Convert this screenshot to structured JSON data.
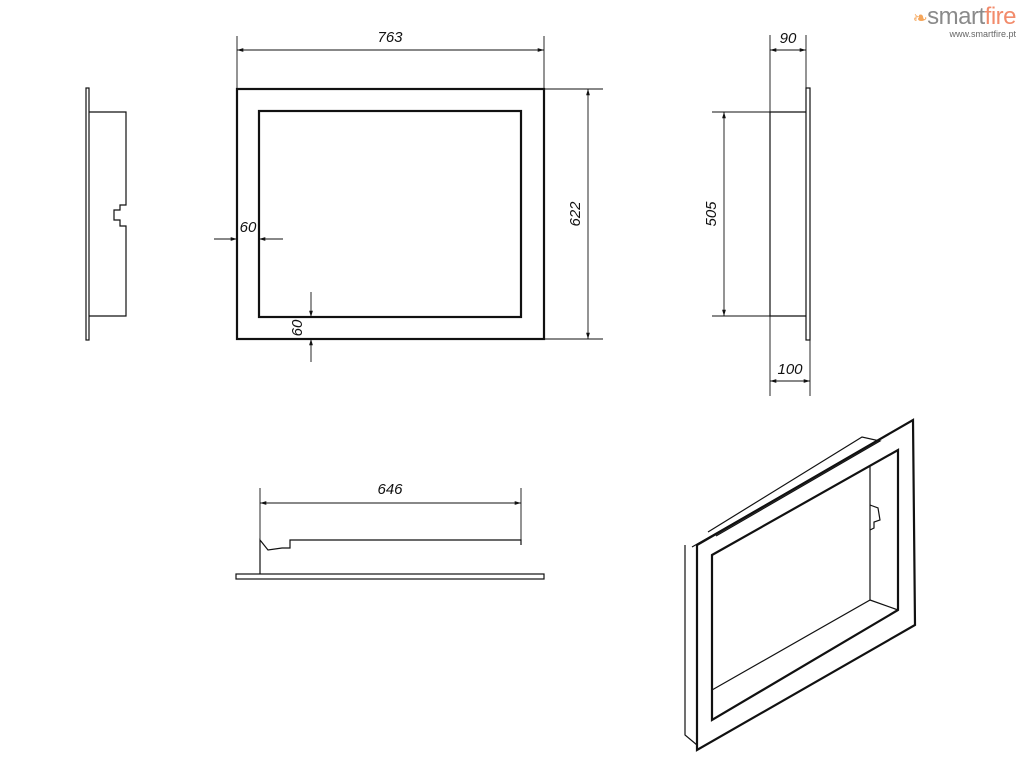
{
  "brand": {
    "name_part1": "smart",
    "name_part2": "fire",
    "url": "www.smartfire.pt",
    "accent": "#f28b6b"
  },
  "dimensions": {
    "front_width": "763",
    "front_height": "622",
    "frame_side": "60",
    "frame_bottom": "60",
    "side_height": "505",
    "side_depth_top": "90",
    "side_depth_bottom": "100",
    "bottom_width": "646"
  }
}
